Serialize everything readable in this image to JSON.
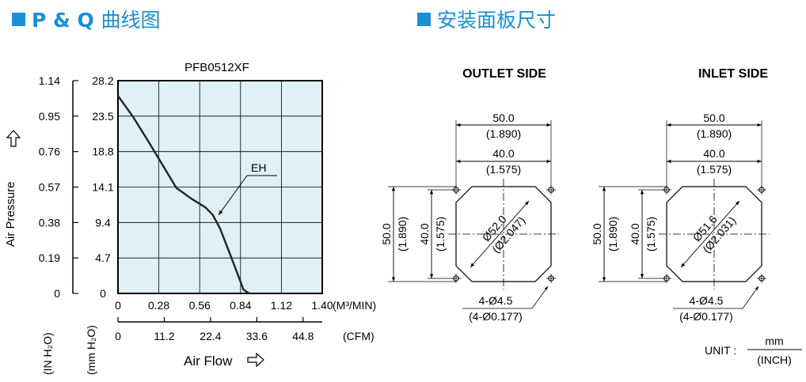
{
  "headers": {
    "pq_title_latin": "P & Q",
    "pq_title_zh": "曲线图",
    "panel_title": "安装面板尺寸"
  },
  "colors": {
    "accent": "#1a8fd6",
    "plot_bg": "#dff0f7"
  },
  "chart_data": {
    "type": "line",
    "title": "PFB0512XF",
    "xlabel": "Air Flow",
    "ylabel": "Air Pressure",
    "x_unit_metric": "(M³/MIN)",
    "x_unit_imperial": "(CFM)",
    "y_unit_in": "(IN H₂O)",
    "y_unit_mm": "(mm H₂O)",
    "x_ticks_metric": [
      "0",
      "0.28",
      "0.56",
      "0.84",
      "1.12",
      "1.40"
    ],
    "x_ticks_imperial": [
      "0",
      "11.2",
      "22.4",
      "33.6",
      "44.8"
    ],
    "y_ticks_in": [
      "0",
      "0.19",
      "0.38",
      "0.57",
      "0.76",
      "0.95",
      "1.14"
    ],
    "y_ticks_mm": [
      "0",
      "4.7",
      "9.4",
      "14.1",
      "18.8",
      "23.5",
      "28.2"
    ],
    "xlim": [
      0,
      1.4
    ],
    "ylim": [
      0,
      28.2
    ],
    "grid": true,
    "series": [
      {
        "name": "EH",
        "x": [
          0,
          0.1,
          0.2,
          0.3,
          0.4,
          0.5,
          0.6,
          0.65,
          0.7,
          0.75,
          0.8,
          0.86,
          0.9
        ],
        "y": [
          26.2,
          23.5,
          20.4,
          17.2,
          14.0,
          12.6,
          11.4,
          10.4,
          8.6,
          6.1,
          3.6,
          0.5,
          0
        ]
      }
    ]
  },
  "panels": [
    {
      "side": "OUTLET SIDE",
      "width_mm": "50.0",
      "width_in": "(1.890)",
      "pitch_mm": "40.0",
      "pitch_in": "(1.575)",
      "height_mm": "50.0",
      "height_in": "(1.890)",
      "vpitch_mm": "40.0",
      "vpitch_in": "(1.575)",
      "diameter": "Ø52.0",
      "diameter_in": "(Ø2.047)",
      "hole": "4-Ø4.5",
      "hole_in": "(4-Ø0.177)"
    },
    {
      "side": "INLET SIDE",
      "width_mm": "50.0",
      "width_in": "(1.890)",
      "pitch_mm": "40.0",
      "pitch_in": "(1.575)",
      "height_mm": "50.0",
      "height_in": "(1.890)",
      "vpitch_mm": "40.0",
      "vpitch_in": "(1.575)",
      "diameter": "Ø51.6",
      "diameter_in": "(Ø2.031)",
      "hole": "4-Ø4.5",
      "hole_in": "(4-Ø0.177)"
    }
  ],
  "unit_note": {
    "label": "UNIT :",
    "numerator": "mm",
    "denominator": "(INCH)"
  }
}
